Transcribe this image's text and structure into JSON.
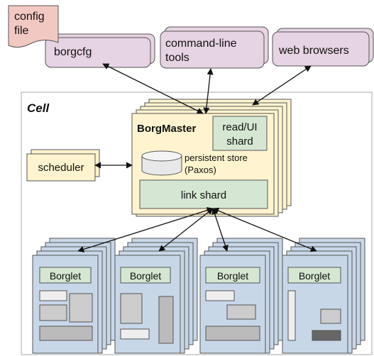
{
  "config_file": {
    "line1": "config",
    "line2": "file"
  },
  "clients": {
    "borgcfg": "borgcfg",
    "cli_line1": "command-line",
    "cli_line2": "tools",
    "web": "web browsers"
  },
  "cell": {
    "title": "Cell"
  },
  "master": {
    "title": "BorgMaster",
    "readui_line1": "read/UI",
    "readui_line2": "shard",
    "store_line1": "persistent store",
    "store_line2": "(Paxos)",
    "link_shard": "link shard"
  },
  "scheduler": {
    "label": "scheduler"
  },
  "borglets": [
    "Borglet",
    "Borglet",
    "Borglet",
    "Borglet"
  ],
  "colors": {
    "pink": "#e6d3e3",
    "cream": "#fff4cf",
    "green": "#d5e7d2",
    "blue": "#c8d7e8",
    "grey": "#cccccc",
    "config": "#f2c9c2"
  }
}
